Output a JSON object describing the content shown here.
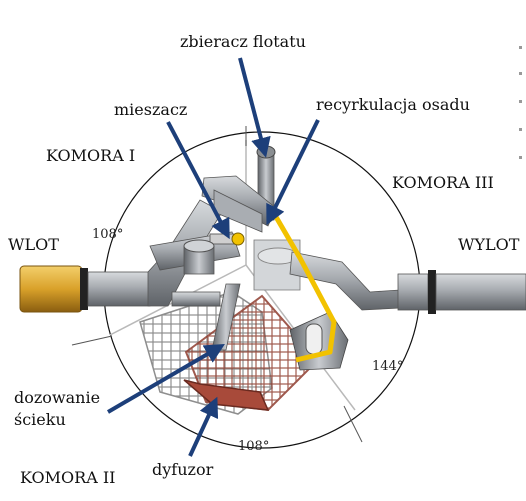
{
  "labels": {
    "zbieracz": "zbieracz flotatu",
    "mieszacz": "mieszacz",
    "recyrkulacja": "recyrkulacja osadu",
    "komora1": "KOMORA I",
    "komora3": "KOMORA III",
    "wlot": "WLOT",
    "wylot": "WYLOT",
    "dozowanie_line1": "dozowanie",
    "dozowanie_line2": "ścieku",
    "komora2": "KOMORA II",
    "dyfuzor": "dyfuzor"
  },
  "angles": {
    "left": "108°",
    "right": "144°",
    "bottom": "108°"
  },
  "colors": {
    "arrow": "#1d3f7a",
    "pipe": "#9fa3a8",
    "pipe_dark": "#6f7378",
    "inlet": "#d9a12a",
    "recirculation": "#f2c200",
    "diffuser": "#a84a3a",
    "grid": "#8e8e8e"
  }
}
